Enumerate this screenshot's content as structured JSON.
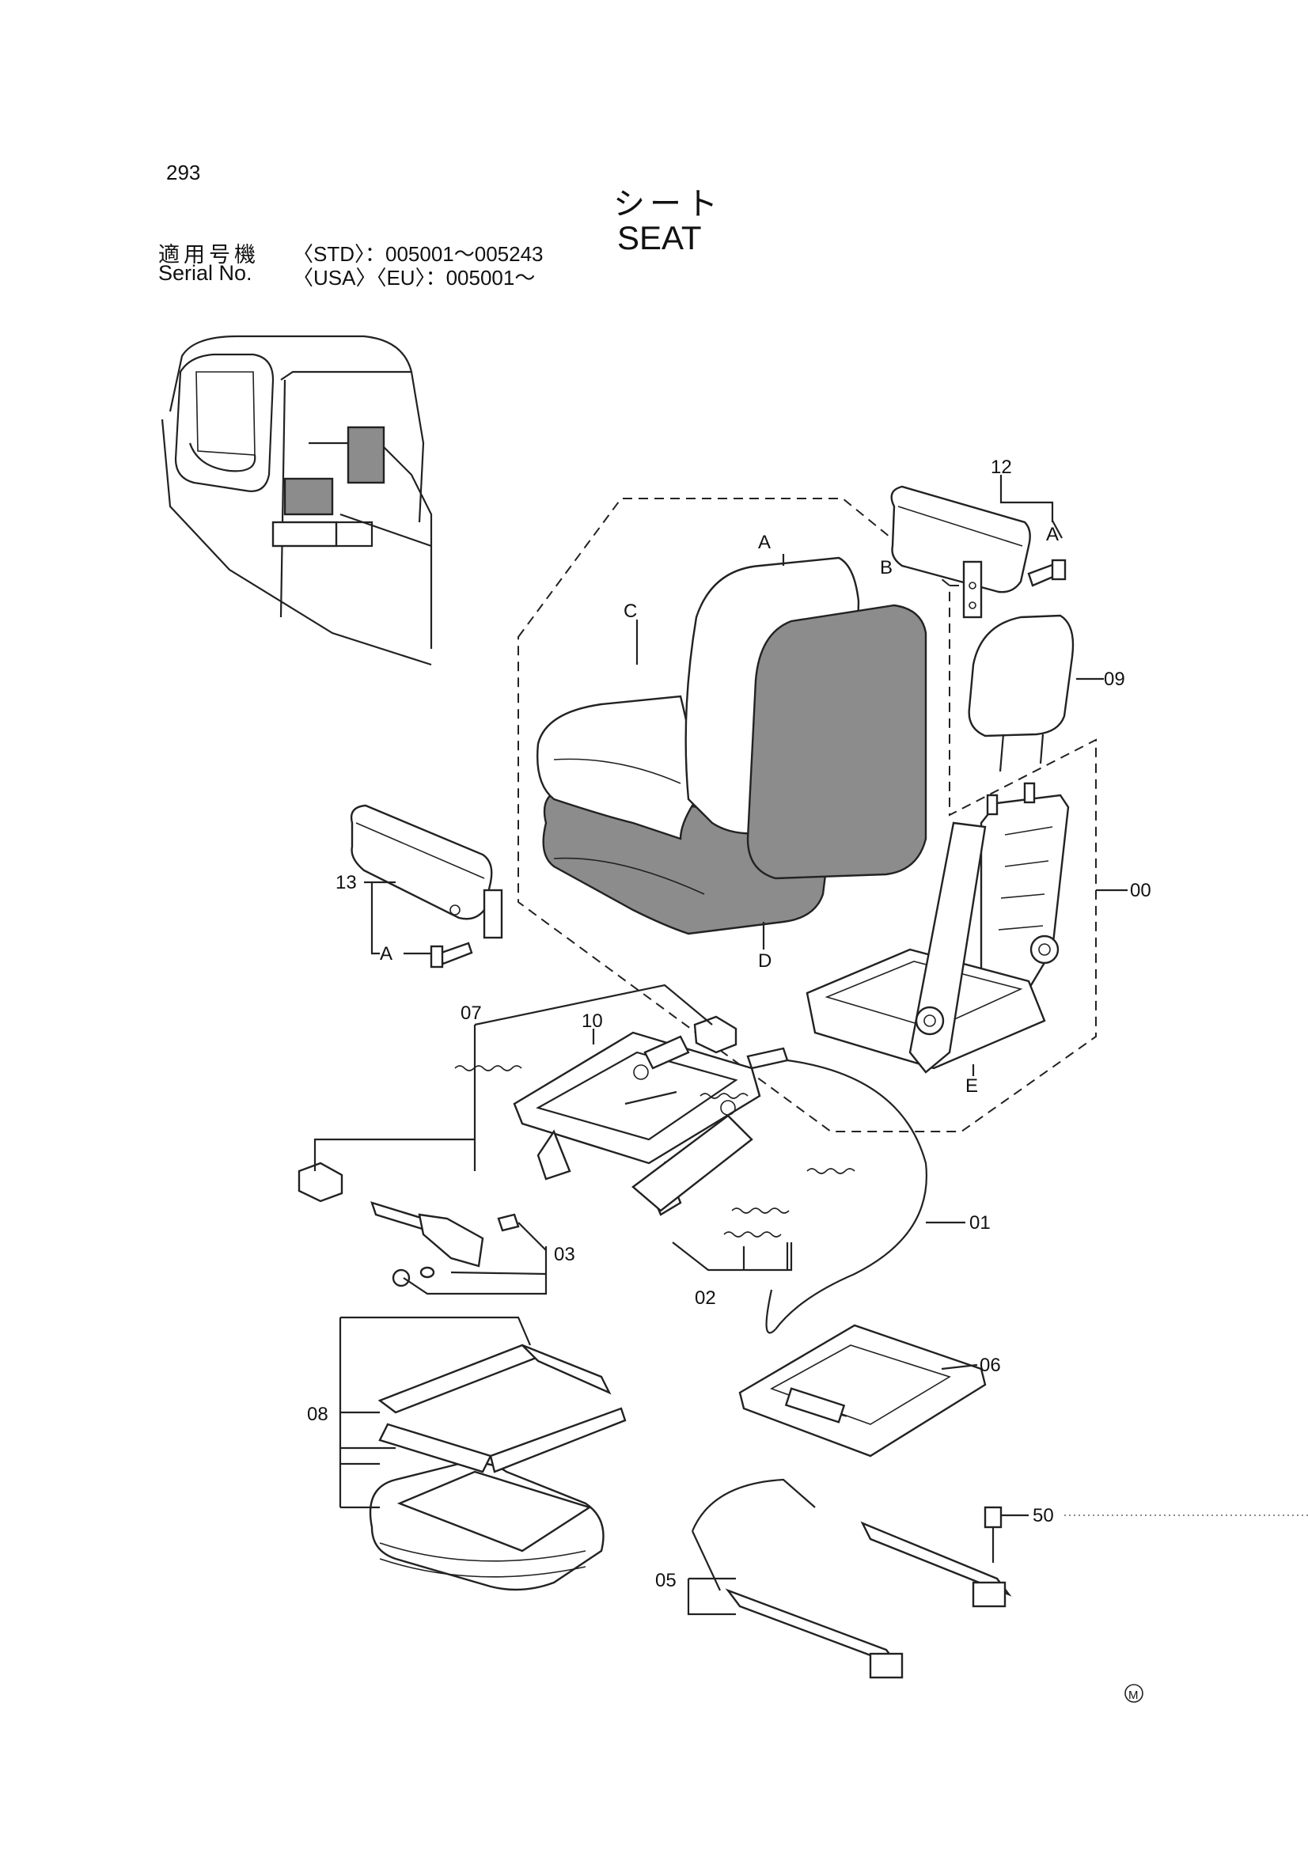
{
  "header": {
    "page_number": "293",
    "title_jp": "シート",
    "title_en": "SEAT",
    "serial_jp_label": "適用号機",
    "serial_jp_value": "〈STD〉：005001～005243",
    "serial_en_label": "Serial No.",
    "serial_en_value": "〈USA〉〈EU〉：005001～"
  },
  "callouts": {
    "p12": "12",
    "p09": "09",
    "p00": "00",
    "p13": "13",
    "p07": "07",
    "p10": "10",
    "p01": "01",
    "p03": "03",
    "p02": "02",
    "p06": "06",
    "p08": "08",
    "p50": "50",
    "p05": "05",
    "A1": "A",
    "A2": "A",
    "A3": "A",
    "B": "B",
    "C": "C",
    "D": "D",
    "E": "E"
  },
  "footer": {
    "mark": "M"
  }
}
